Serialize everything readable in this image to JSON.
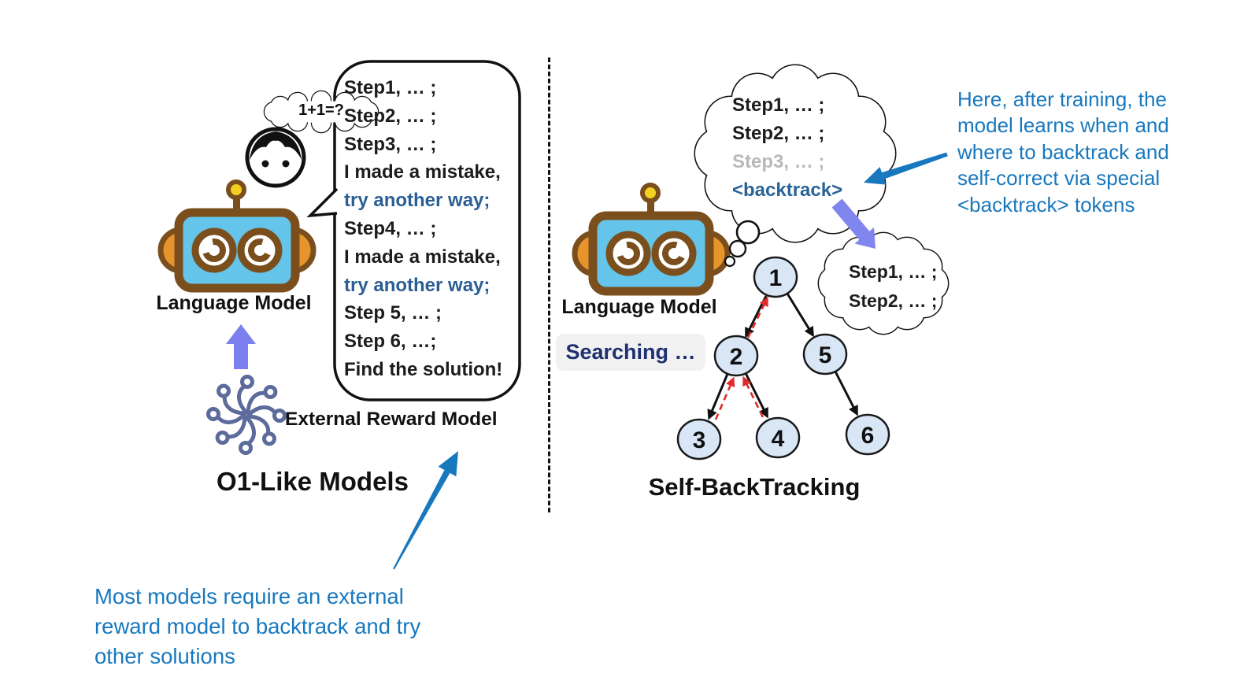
{
  "left": {
    "question_bubble": "1+1=?",
    "model_label": "Language Model",
    "speech_bubble": {
      "lines": [
        {
          "text": "Step1, … ;",
          "emphasis": false
        },
        {
          "text": "Step2, … ;",
          "emphasis": false
        },
        {
          "text": "Step3, … ;",
          "emphasis": false
        },
        {
          "text": "I made a mistake,",
          "emphasis": false
        },
        {
          "text": "try another way;",
          "emphasis": true
        },
        {
          "text": "Step4, … ;",
          "emphasis": false
        },
        {
          "text": "I made a mistake,",
          "emphasis": false
        },
        {
          "text": "try another way;",
          "emphasis": true
        },
        {
          "text": "Step 5, … ;",
          "emphasis": false
        },
        {
          "text": "Step 6, …;",
          "emphasis": false
        },
        {
          "text": "Find the solution!",
          "emphasis": false
        }
      ]
    },
    "reward_model_label": "External Reward Model",
    "title": "O1-Like Models",
    "annotation_lines": [
      "Most models require an external",
      "reward model to backtrack and try",
      "other solutions"
    ]
  },
  "right": {
    "model_label": "Language Model",
    "searching_label": "Searching …",
    "thought_cloud": {
      "lines": [
        {
          "text": "Step1, … ;",
          "style": "normal"
        },
        {
          "text": "Step2, … ;",
          "style": "normal"
        },
        {
          "text": "Step3, … ;",
          "style": "muted"
        },
        {
          "text": "<backtrack>",
          "style": "backtrack"
        }
      ]
    },
    "retry_cloud": {
      "lines": [
        "Step1, … ;",
        "Step2, … ;"
      ]
    },
    "tree": {
      "nodes": [
        "1",
        "2",
        "3",
        "4",
        "5",
        "6"
      ],
      "solid_edges": [
        [
          "1",
          "2"
        ],
        [
          "1",
          "5"
        ],
        [
          "2",
          "3"
        ],
        [
          "2",
          "4"
        ],
        [
          "5",
          "6"
        ]
      ],
      "backtrack_edges": [
        [
          "2",
          "1"
        ],
        [
          "3",
          "2"
        ],
        [
          "4",
          "2"
        ]
      ]
    },
    "title": "Self-BackTracking",
    "annotation_lines": [
      "Here, after training, the",
      "model learns when and",
      "where to backtrack and",
      "self-correct via special",
      "<backtrack> tokens"
    ]
  },
  "colors": {
    "annotation_blue": "#1878be",
    "emphasis_blue": "#2a5e94",
    "backtrack_blue": "#2a6496",
    "muted_gray": "#b9b9b9",
    "searching_navy": "#1e3070",
    "node_fill": "#d9e6f6",
    "backtrack_arrow_red": "#e02b2b",
    "train_arrow_purple": "#7b80ee",
    "robot_outline_brown": "#7a4f1d",
    "robot_face_blue": "#65c4e9",
    "robot_ear_orange": "#e8942c",
    "antenna_yellow": "#f2d123",
    "neural_icon_slate": "#5c6b9c"
  }
}
